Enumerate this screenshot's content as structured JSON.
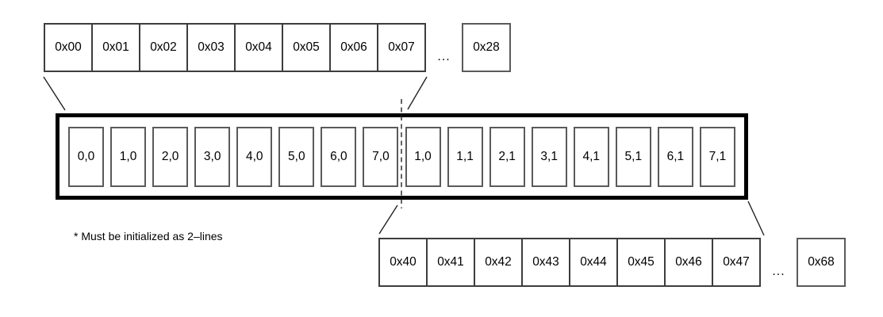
{
  "top_row": {
    "cells": [
      "0x00",
      "0x01",
      "0x02",
      "0x03",
      "0x04",
      "0x05",
      "0x06",
      "0x07"
    ],
    "ellipsis": "...",
    "overflow_cell": "0x28"
  },
  "main_box": {
    "cells": [
      "0,0",
      "1,0",
      "2,0",
      "3,0",
      "4,0",
      "5,0",
      "6,0",
      "7,0",
      "1,0",
      "1,1",
      "2,1",
      "3,1",
      "4,1",
      "5,1",
      "6,1",
      "7,1"
    ]
  },
  "bottom_row": {
    "cells": [
      "0x40",
      "0x41",
      "0x42",
      "0x43",
      "0x44",
      "0x45",
      "0x46",
      "0x47"
    ],
    "ellipsis": "...",
    "overflow_cell": "0x68"
  },
  "footnote": "* Must be initialized as 2–lines",
  "colors": {
    "thick_border": "#000000",
    "thin_border": "#3d3d3d",
    "line": "#222222"
  }
}
